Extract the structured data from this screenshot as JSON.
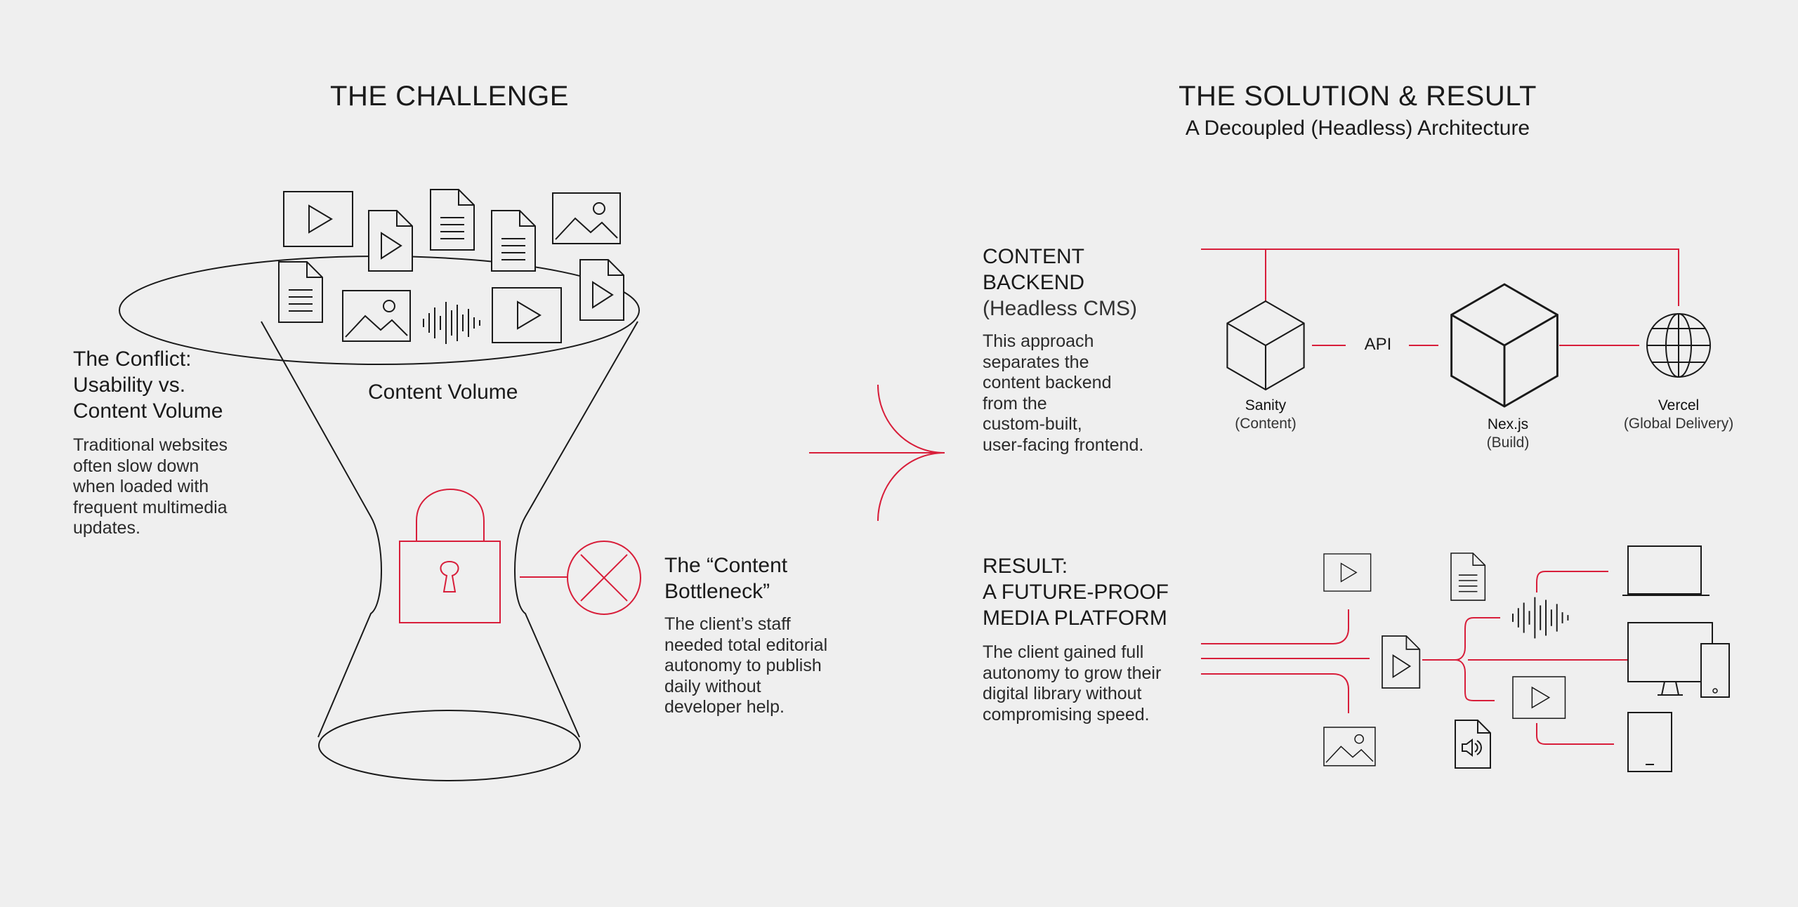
{
  "challenge": {
    "title": "THE CHALLENGE",
    "funnel_label": "Content Volume",
    "conflict": {
      "heading_lines": [
        "The Conflict:",
        "Usability vs.",
        "Content Volume"
      ],
      "body_lines": [
        "Traditional websites",
        "often slow down",
        "when loaded with",
        "frequent multimedia",
        "updates."
      ]
    },
    "bottleneck": {
      "heading_lines": [
        "The “Content",
        "Bottleneck”"
      ],
      "body_lines": [
        "The client’s staff",
        "needed total editorial",
        "autonomy to publish",
        "daily without",
        "developer help."
      ]
    }
  },
  "solution": {
    "title": "THE SOLUTION & RESULT",
    "subtitle": "A Decoupled (Headless) Architecture",
    "backend": {
      "heading_lines": [
        "CONTENT",
        "BACKEND"
      ],
      "heading_sub": "(Headless CMS)",
      "body_lines": [
        "This approach",
        "separates the",
        "content backend",
        "from the",
        "custom-built,",
        "user-facing frontend."
      ]
    },
    "nodes": [
      {
        "name": "Sanity",
        "role": "(Content)"
      },
      {
        "name": "Nex.js",
        "role": "(Build)"
      },
      {
        "name": "Vercel",
        "role": "(Global Delivery)"
      }
    ],
    "api_label": "API",
    "result": {
      "heading_lines": [
        "RESULT:",
        "A FUTURE-PROOF",
        "MEDIA PLATFORM"
      ],
      "body_lines": [
        "The client gained full",
        "autonomy to grow their",
        "digital library without",
        "compromising speed."
      ]
    }
  },
  "colors": {
    "accent": "#d81e3a",
    "ink": "#1a1a1a",
    "background": "#efefef"
  },
  "icons": [
    "video-icon",
    "document-icon",
    "image-icon",
    "audio-wave-icon",
    "lock-icon",
    "x-circle-icon",
    "cube-icon",
    "globe-icon",
    "laptop-icon",
    "desktop-icon",
    "phone-icon",
    "tablet-icon",
    "audio-file-icon"
  ]
}
